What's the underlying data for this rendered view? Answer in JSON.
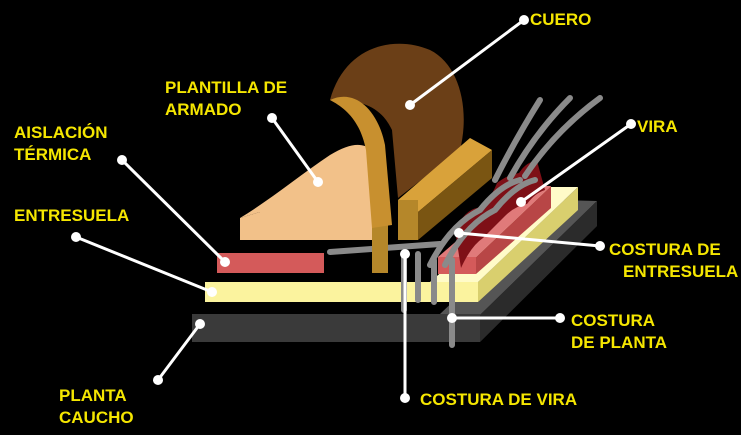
{
  "colors": {
    "background": "#000000",
    "label_text": "#f5e600",
    "leader_line": "#ffffff",
    "cuero": "#6b3f17",
    "cuero_stroke": "#c8902f",
    "plantilla_armado": "#f2c189",
    "aislacion_termica": "#d45a5a",
    "entresuela": "#fbf39e",
    "planta_caucho": "#3a3a3a",
    "vira": "#b5872a",
    "costura_gray": "#8a8a8a",
    "costura_red": "#7e1017"
  },
  "labels": {
    "cuero": "CUERO",
    "plantilla_line1": "PLANTILLA DE",
    "plantilla_line2": "ARMADO",
    "aislacion_line1": "AISLACIÓN",
    "aislacion_line2": "TÉRMICA",
    "entresuela": "ENTRESUELA",
    "planta_caucho_line1": "PLANTA",
    "planta_caucho_line2": "CAUCHO",
    "vira": "VIRA",
    "costura_entresuela_line1": "COSTURA DE",
    "costura_entresuela_line2": "ENTRESUELA",
    "costura_planta_line1": "COSTURA",
    "costura_planta_line2": "DE PLANTA",
    "costura_vira": "COSTURA DE VIRA"
  }
}
